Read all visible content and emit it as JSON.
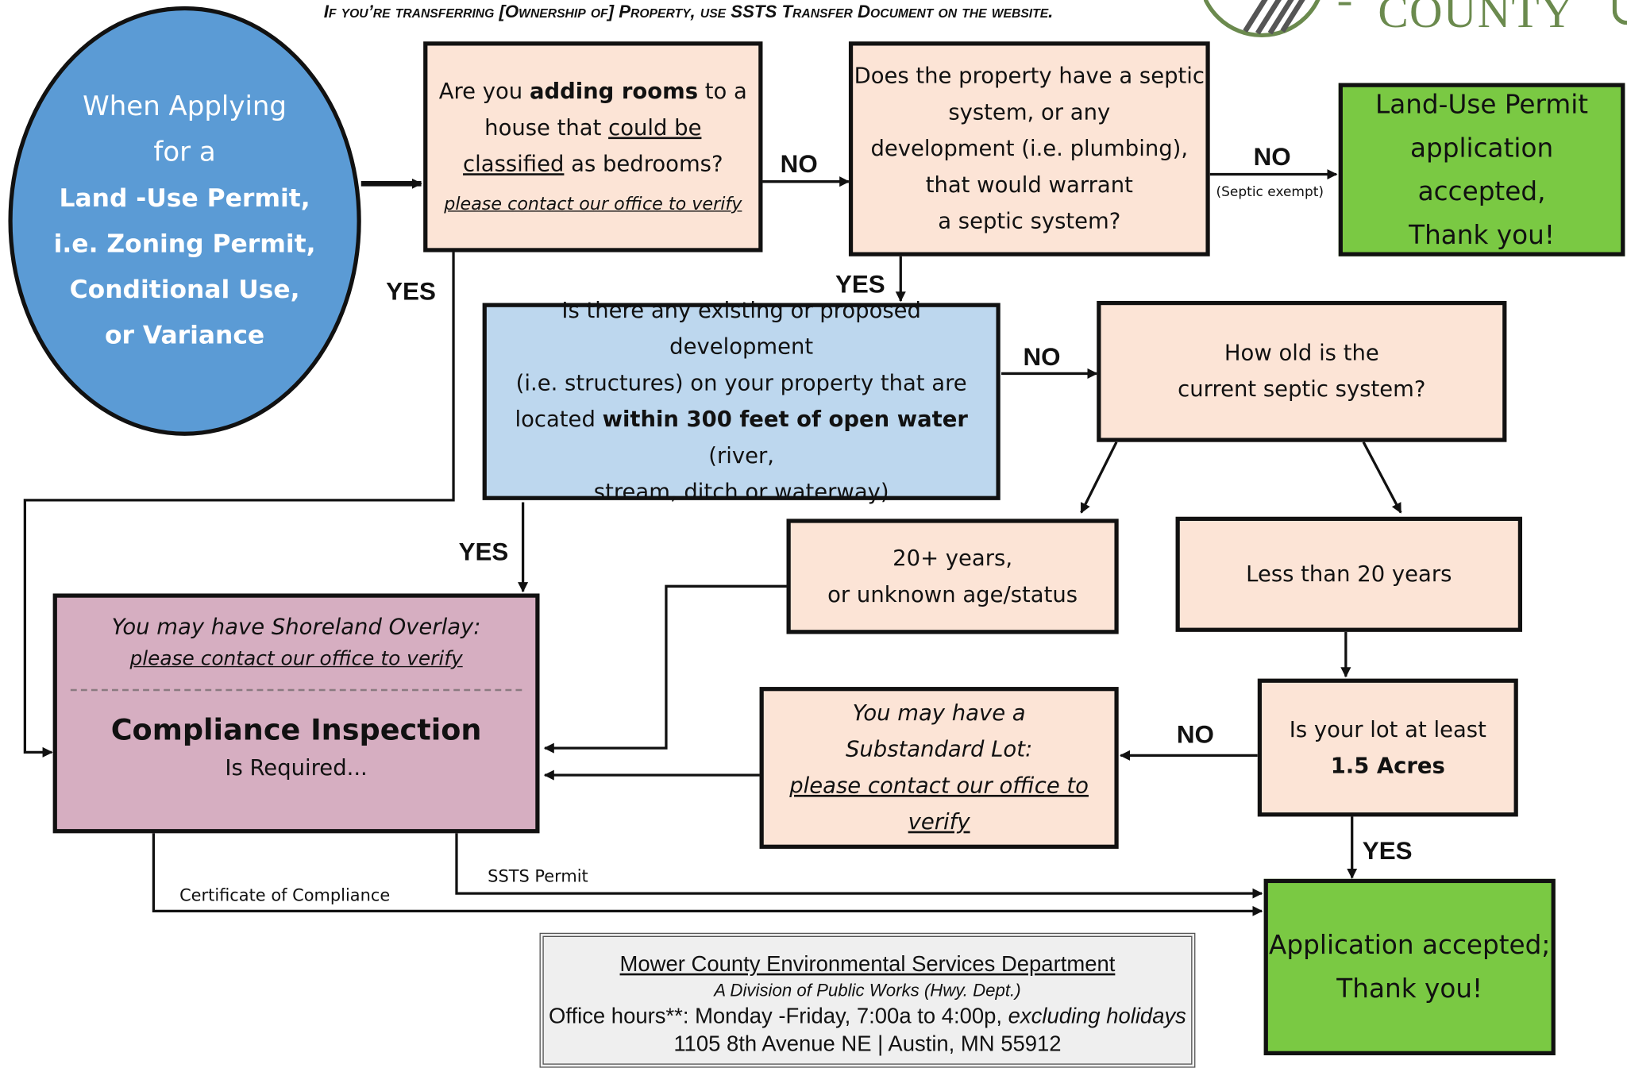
{
  "header": {
    "notice": "If you’re transferring [Ownership of] Property, use SSTS Transfer Document on the website.",
    "logo_text": "COUNTY"
  },
  "start": {
    "line1": "When Applying",
    "line2": "for a",
    "line3": "Land -Use Permit,",
    "line4": "i.e. Zoning Permit,",
    "line5": "Conditional Use,",
    "line6": "or Variance"
  },
  "q_rooms": {
    "pre": "Are you ",
    "bold": "adding rooms",
    "post": " to a",
    "line2_pre": "house that ",
    "line2_u": "could be",
    "line3_u": "classified",
    "line3_post": " as bedrooms?",
    "note": "please contact our office to verify"
  },
  "q_septic": {
    "line1": "Does the property have a septic",
    "line2": "system, or any",
    "line3": "development (i.e. plumbing),",
    "line4": "that would warrant",
    "line5": "a septic system?"
  },
  "result_landuse": {
    "line1": "Land-Use Permit",
    "line2": "application accepted,",
    "line3": "Thank you!"
  },
  "q_water": {
    "line1": "Is there any existing or proposed development",
    "line2": "(i.e. structures) on your property that are",
    "line3_pre": "located ",
    "line3_bold": "within 300 feet of open water",
    "line3_post": " (river,",
    "line4": "stream, ditch or waterway)"
  },
  "q_age": {
    "line1": "How old is the",
    "line2": "current septic system?"
  },
  "age_old": {
    "line1": "20+ years,",
    "line2": "or unknown age/status"
  },
  "age_new": {
    "text": "Less than 20 years"
  },
  "q_lot": {
    "line1": "Is your lot at least",
    "line2": "1.5 Acres"
  },
  "substandard": {
    "line1": "You may have a",
    "line2": "Substandard Lot:",
    "note": "please contact our office to verify"
  },
  "compliance": {
    "shoreland": "You may have Shoreland Overlay:",
    "note": "please contact our office to verify",
    "title": "Compliance Inspection",
    "subtitle": "Is Required..."
  },
  "result_accepted": {
    "line1": "Application accepted;",
    "line2": "Thank you!"
  },
  "edge_labels": {
    "no1": "NO",
    "no2": "NO",
    "septic_exempt": "(Septic exempt)",
    "yes1": "YES",
    "yes2": "YES",
    "no3": "NO",
    "yes3": "YES",
    "no4": "NO",
    "yes4": "YES",
    "ssts_permit": "SSTS Permit",
    "certificate": "Certificate of Compliance"
  },
  "footer": {
    "dept": "Mower County Environmental Services Department",
    "division": "A Division of Public Works (Hwy. Dept.)",
    "hours_pre": "Office hours**: Monday -Friday, 7:00a to 4:00p, ",
    "hours_italic": "excluding holidays",
    "address": "1105 8th Avenue NE | Austin, MN 55912"
  },
  "colors": {
    "start_circle": "#5b9bd5",
    "peach": "#fce4d6",
    "light_blue": "#bdd7ee",
    "green": "#7ac943",
    "pink": "#d6aec1",
    "logo_green": "#6b8a4e"
  }
}
